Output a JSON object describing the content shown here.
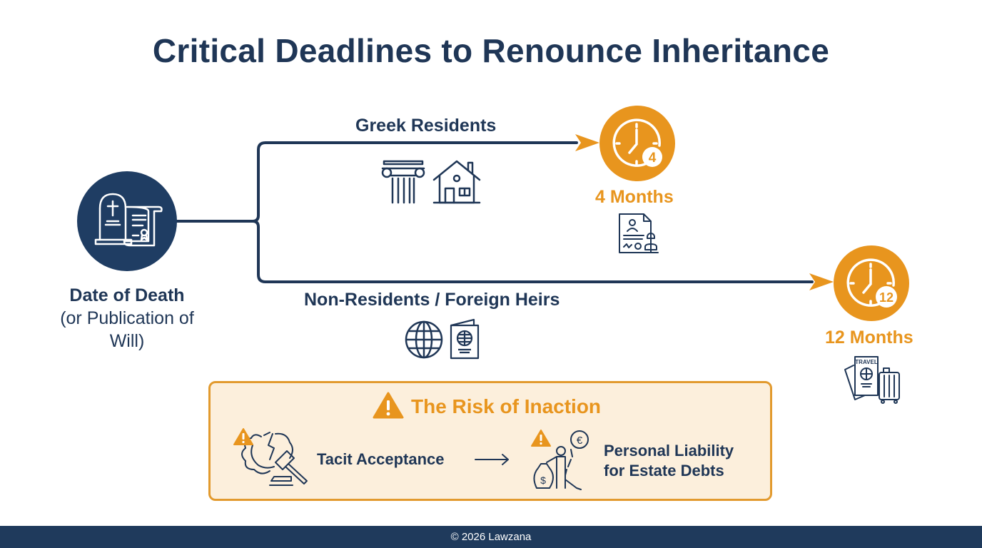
{
  "title": "Critical Deadlines to Renounce Inheritance",
  "start": {
    "label_bold": "Date of Death",
    "label_rest": "(or Publication of Will)",
    "icon": "tombstone-will-icon"
  },
  "branches": [
    {
      "label": "Greek Residents",
      "icons": [
        "greek-column-icon",
        "house-icon"
      ],
      "deadline": {
        "number": "4",
        "label": "4 Months",
        "icon": "certified-document-stamp-icon"
      }
    },
    {
      "label": "Non-Residents / Foreign Heirs",
      "icons": [
        "globe-icon",
        "passport-icon"
      ],
      "deadline": {
        "number": "12",
        "label": "12 Months",
        "icon": "travel-passport-luggage-icon"
      }
    }
  ],
  "risk": {
    "title": "The Risk of Inaction",
    "cause": "Tacit Acceptance",
    "consequence_line1": "Personal Liability",
    "consequence_line2": "for Estate Debts"
  },
  "footer": {
    "text": "© 2026 Lawzana"
  },
  "colors": {
    "navy": "#1f3656",
    "orange": "#e8951e",
    "risk_bg": "#fcefdc",
    "footer_bg": "#1f3a5c"
  }
}
